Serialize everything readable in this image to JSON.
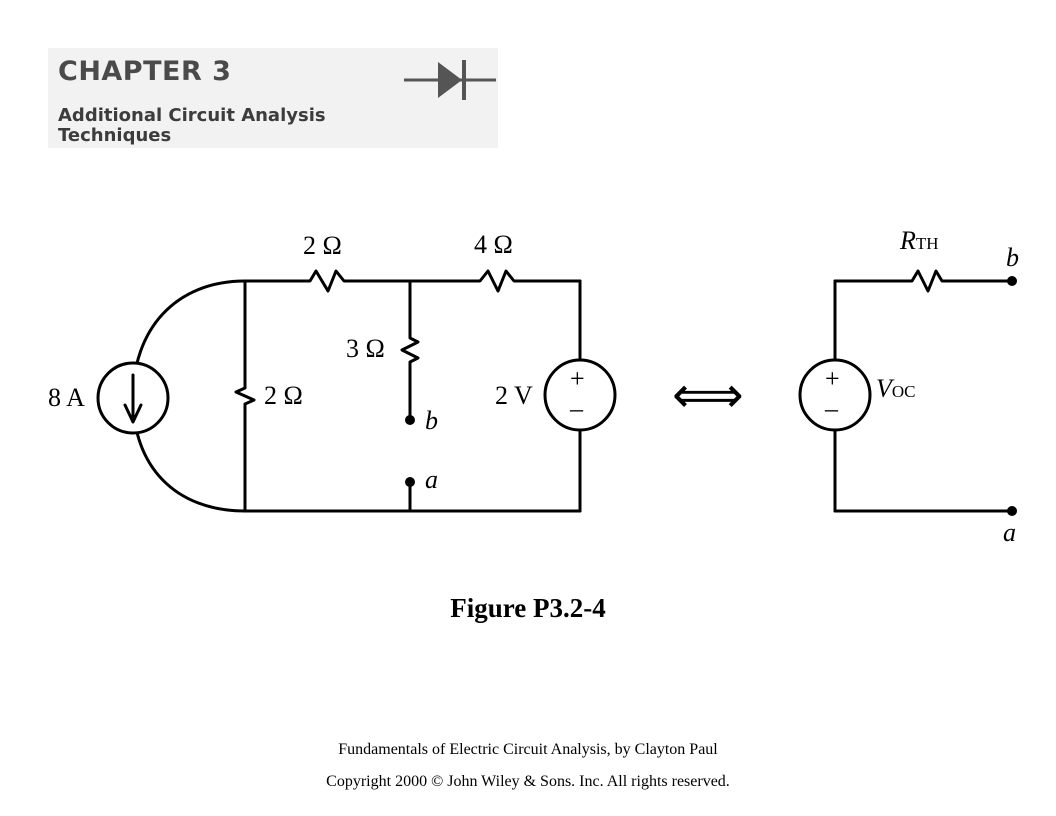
{
  "header": {
    "chapter": "CHAPTER 3",
    "subtitle": "Additional Circuit Analysis\nTechniques"
  },
  "circuit": {
    "current_source": "8 A",
    "r_top_left": "2 Ω",
    "r_top_right": "4 Ω",
    "r_shunt": "2 Ω",
    "r_middle": "3 Ω",
    "voltage_source": "2 V",
    "node_b": "b",
    "node_a": "a",
    "plus": "+",
    "minus": "–"
  },
  "equivalence_symbol": "⟺",
  "thevenin": {
    "r_main": "R",
    "r_sub": "TH",
    "v_main": "V",
    "v_sub": "OC",
    "node_b": "b",
    "node_a": "a",
    "plus": "+",
    "minus": "–"
  },
  "caption": "Figure P3.2-4",
  "footer": {
    "line1": "Fundamentals of Electric Circuit Analysis, by Clayton Paul",
    "line2": "Copyright 2000 © John Wiley & Sons. Inc. All rights reserved."
  }
}
